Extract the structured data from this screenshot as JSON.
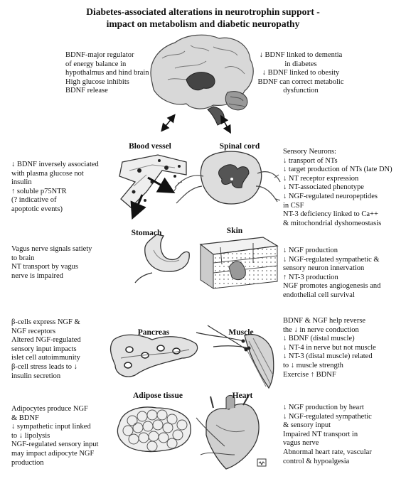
{
  "title_line1": "Diabetes-associated alterations in neurotrophin support -",
  "title_line2": "impact on metabolism and diabetic neuropathy",
  "brain_left": "BDNF-major regulator\nof energy balance in\nhypothalmus and hind brain\nHigh glucose inhibits\nBDNF release",
  "brain_right": "↓ BDNF linked to dementia\nin diabetes\n↓ BDNF linked to obesity\nBDNF can correct metabolic\ndysfunction",
  "sections": {
    "blood_vessel": {
      "heading": "Blood vessel",
      "text": "↓ BDNF inversely associated\nwith plasma glucose not\ninsulin\n↑ soluble p75NTR\n(? indicative of\napoptotic events)"
    },
    "spinal_cord": {
      "heading": "Spinal cord",
      "text": "Sensory Neurons:\n↓ transport of NTs\n↓ target production of NTs (late DN)\n↓ NT receptor expression\n↓ NT-associated phenotype\n↓ NGF-regulated neuropeptides\nin CSF\nNT-3 deficiency linked to Ca++\n& mitochondrial dyshomeostasis"
    },
    "stomach": {
      "heading": "Stomach",
      "text": "Vagus nerve signals satiety\nto brain\nNT transport by vagus\nnerve is impaired"
    },
    "skin": {
      "heading": "Skin",
      "text": "↓ NGF production\n↓ NGF-regulated sympathetic &\nsensory neuron innervation\n↑ NT-3 production\nNGF promotes angiogenesis and\nendothelial cell survival"
    },
    "pancreas": {
      "heading": "Pancreas",
      "text": "β-cells express NGF &\nNGF receptors\nAltered NGF-regulated\nsensory input impacts\nislet cell autoimmunity\nβ-cell stress leads to ↓\ninsulin secretion"
    },
    "muscle": {
      "heading": "Muscle",
      "text": "BDNF & NGF help reverse\nthe ↓ in nerve conduction\n↓ BDNF (distal muscle)\n↓ NT-4 in nerve but not muscle\n↓ NT-3 (distal muscle) related\nto ↓ muscle strength\nExercise ↑ BDNF"
    },
    "adipose": {
      "heading": "Adipose tissue",
      "text": "Adipocytes produce NGF\n& BDNF\n↓ sympathetic input linked\nto ↓ lipolysis\nNGF-regulated sensory input\nmay impact adipocyte NGF\nproduction"
    },
    "heart": {
      "heading": "Heart",
      "text": "↓ NGF production by heart\n↓ NGF-regulated sympathetic\n& sensory input\nImpaired NT transport in\nvagus nerve\nAbnormal heart rate, vascular\ncontrol & hypoalgesia"
    }
  }
}
